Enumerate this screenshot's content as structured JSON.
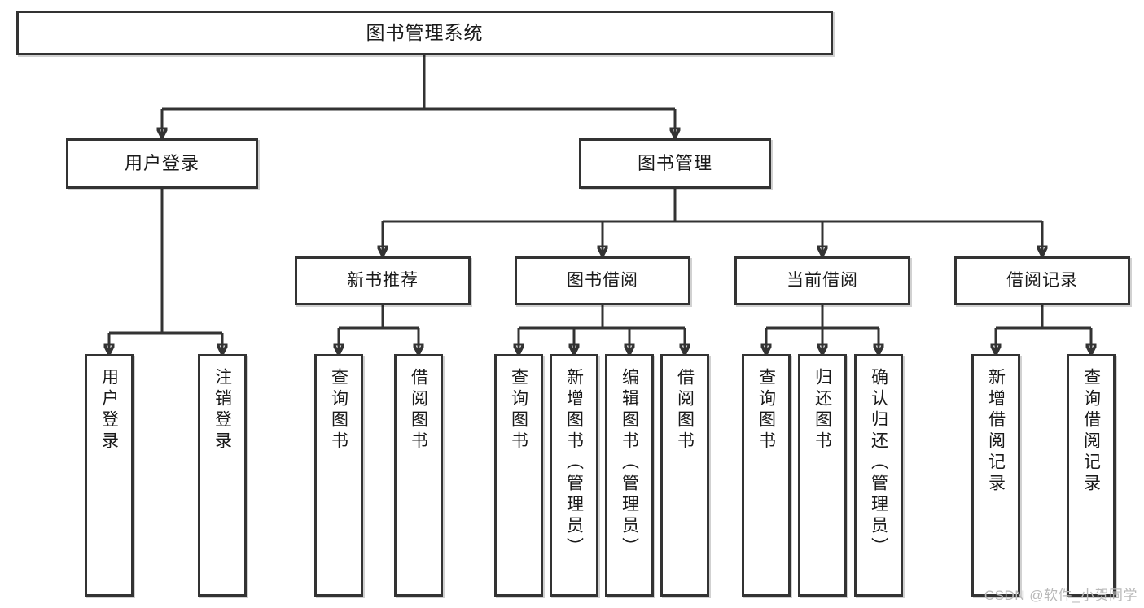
{
  "diagram": {
    "title": "图书管理系统",
    "type": "tree-hierarchy",
    "watermark": "CSDN @软件_小贺同学",
    "colors": {
      "stroke": "#333333",
      "fill": "#ffffff",
      "text": "#1a1a1a",
      "watermark": "#b9b9b9"
    },
    "nodes": {
      "root": {
        "label": "图书管理系统"
      },
      "level2": [
        {
          "id": "user-login",
          "label": "用户登录"
        },
        {
          "id": "book-manage",
          "label": "图书管理"
        }
      ],
      "level3": [
        {
          "id": "new-book-recommend",
          "label": "新书推荐"
        },
        {
          "id": "book-borrow",
          "label": "图书借阅"
        },
        {
          "id": "current-borrow",
          "label": "当前借阅"
        },
        {
          "id": "borrow-record",
          "label": "借阅记录"
        }
      ],
      "leaves": {
        "user_login": [
          {
            "id": "leaf-user-login",
            "label": "用户登录"
          },
          {
            "id": "leaf-logout",
            "label": "注销登录"
          }
        ],
        "new_book_recommend": [
          {
            "id": "leaf-query-book-1",
            "label": "查询图书"
          },
          {
            "id": "leaf-borrow-book-1",
            "label": "借阅图书"
          }
        ],
        "book_borrow": [
          {
            "id": "leaf-query-book-2",
            "label": "查询图书"
          },
          {
            "id": "leaf-add-book",
            "label": "新增图书（管理员）"
          },
          {
            "id": "leaf-edit-book",
            "label": "编辑图书（管理员）"
          },
          {
            "id": "leaf-borrow-book-2",
            "label": "借阅图书"
          }
        ],
        "current_borrow": [
          {
            "id": "leaf-query-book-3",
            "label": "查询图书"
          },
          {
            "id": "leaf-return-book",
            "label": "归还图书"
          },
          {
            "id": "leaf-confirm-return",
            "label": "确认归还（管理员）"
          }
        ],
        "borrow_record": [
          {
            "id": "leaf-add-record",
            "label": "新增借阅记录"
          },
          {
            "id": "leaf-query-record",
            "label": "查询借阅记录"
          }
        ]
      }
    }
  }
}
